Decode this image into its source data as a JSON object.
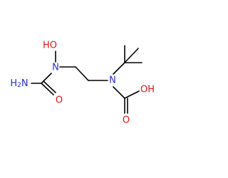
{
  "molecule": {
    "atoms": {
      "hydroxy_o": "HO",
      "hydroxylamine_n": "N",
      "amide_nh2": "H2N",
      "carbonyl_o1": "O",
      "tbu_n": "N",
      "carboxyl_o2": "O",
      "carboxyl_oh": "OH"
    },
    "colors": {
      "bond": "#000000",
      "nitrogen": "#2b2bd9",
      "oxygen": "#e01515"
    }
  }
}
